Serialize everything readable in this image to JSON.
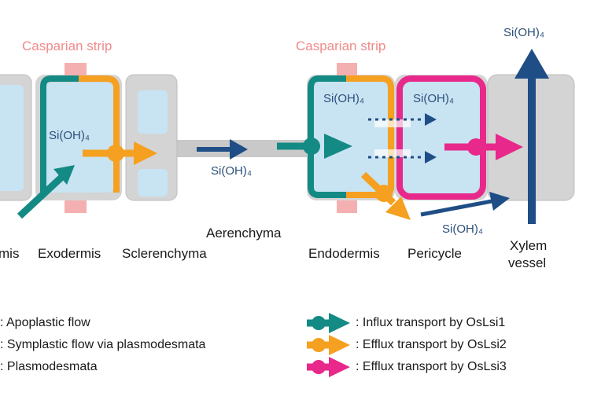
{
  "labels": {
    "casparian_left": "Casparian strip",
    "casparian_right": "Casparian strip",
    "epidermis": "mis",
    "exodermis": "Exodermis",
    "sclerenchyma": "Sclerenchyma",
    "aerenchyma": "Aerenchyma",
    "endodermis": "Endodermis",
    "pericycle": "Pericycle",
    "xylem_line1": "Xylem",
    "xylem_line2": "vessel"
  },
  "chemicals": {
    "exodermis": "Si(OH)₄",
    "aerenchyma": "Si(OH)₄",
    "endodermis": "Si(OH)₄",
    "pericycle": "Si(OH)₄",
    "below_pericycle": "Si(OH)₄",
    "xylem_top": "Si(OH)₄"
  },
  "legend": {
    "left": [
      ": Apoplastic flow",
      ": Symplastic flow via plasmodesmata",
      ": Plasmodesmata"
    ],
    "right": [
      ": Influx transport by OsLsi1",
      ": Efflux transport by OsLsi2",
      ": Efflux transport by OsLsi3"
    ]
  },
  "colors": {
    "teal": "#148a85",
    "orange": "#f5a020",
    "magenta": "#e8288a",
    "navy": "#1f4e87",
    "casparian": "#f4b0b0",
    "cell_fill": "#c8e3f2",
    "gray": "#c9c9c9"
  }
}
